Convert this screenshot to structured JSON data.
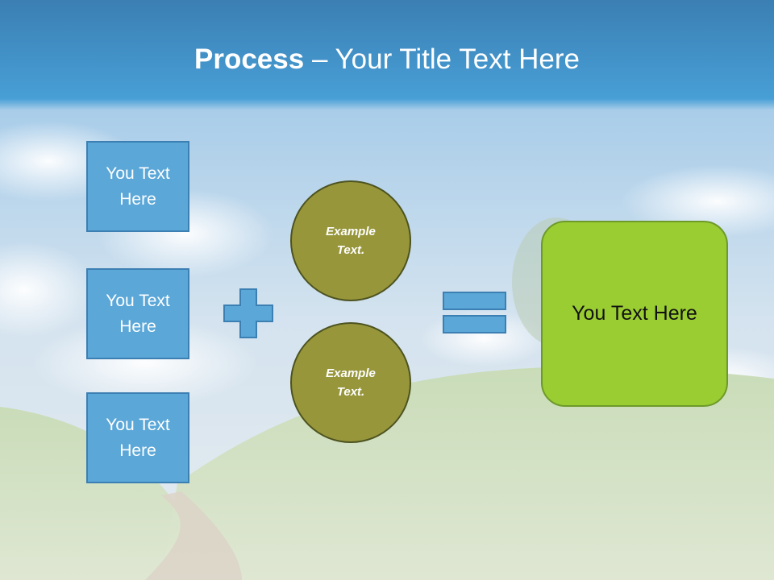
{
  "slide": {
    "title_bold": "Process",
    "title_rest": " – Your Title Text Here"
  },
  "inputs": [
    {
      "label": "You Text Here"
    },
    {
      "label": "You Text Here"
    },
    {
      "label": "You Text Here"
    }
  ],
  "circles": [
    {
      "label": "Example Text."
    },
    {
      "label": "Example Text."
    }
  ],
  "result": {
    "label": "You Text Here"
  },
  "colors": {
    "box_fill": "#5aa7d8",
    "circle_fill": "#97963a",
    "result_fill": "#9acd32",
    "operator_fill": "#5aa7d8"
  },
  "icons": {
    "plus": "plus-icon",
    "equals": "equals-icon"
  }
}
